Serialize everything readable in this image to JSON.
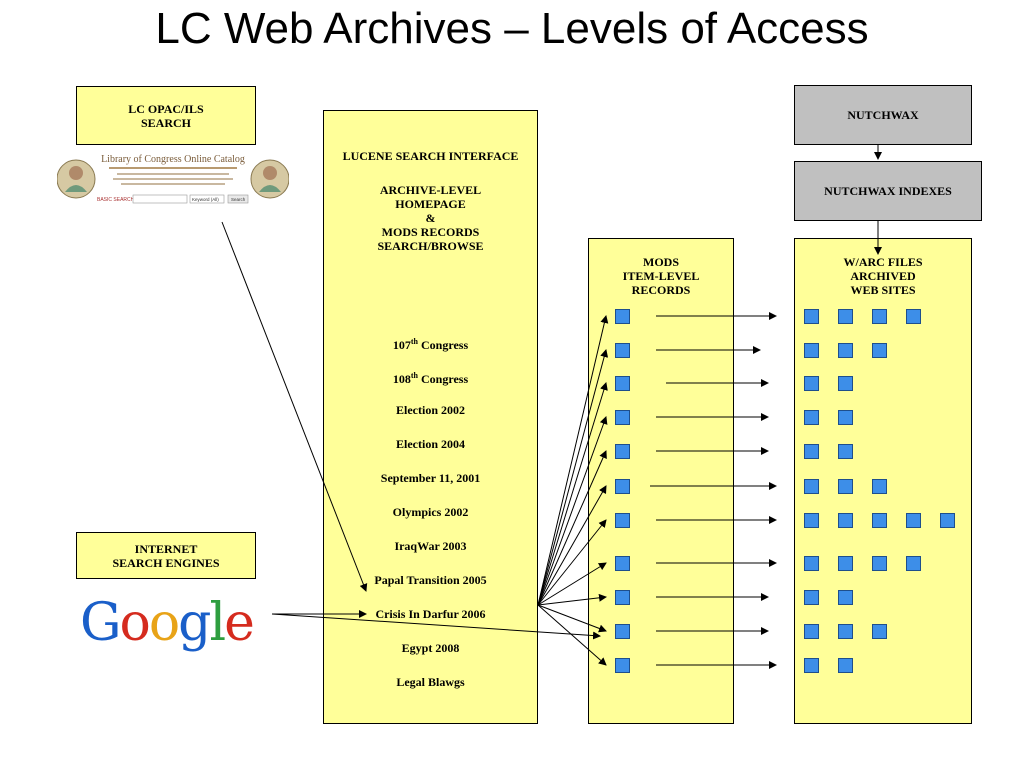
{
  "title": "LC Web Archives – Levels of Access",
  "opac_box": {
    "line1": "LC OPAC/ILS",
    "line2": "SEARCH"
  },
  "catalog_logo": {
    "heading": "Library of Congress Online Catalog",
    "search_label": "BASIC SEARCH",
    "select_value": "Keyword (All)",
    "button": "Search"
  },
  "internet_box": {
    "line1": "INTERNET",
    "line2": "SEARCH ENGINES"
  },
  "google_logo": {
    "letters": [
      "G",
      "o",
      "o",
      "g",
      "l",
      "e"
    ],
    "colors": [
      "#1a5fc9",
      "#d52b1e",
      "#e8a317",
      "#1a5fc9",
      "#2e9e3f",
      "#d52b1e"
    ]
  },
  "lucene": {
    "header": "LUCENE SEARCH INTERFACE",
    "sub": [
      "ARCHIVE-LEVEL",
      "HOMEPAGE",
      "&",
      "MODS RECORDS",
      "SEARCH/BROWSE"
    ],
    "items": [
      {
        "text": "107",
        "sup": "th",
        "tail": " Congress"
      },
      {
        "text": "108",
        "sup": "th",
        "tail": " Congress"
      },
      {
        "text": "Election 2002"
      },
      {
        "text": "Election 2004"
      },
      {
        "text": "September 11, 2001"
      },
      {
        "text": "Olympics 2002"
      },
      {
        "text": "IraqWar 2003"
      },
      {
        "text": "Papal Transition 2005"
      },
      {
        "text": "Crisis In Darfur 2006"
      },
      {
        "text": "Egypt 2008"
      },
      {
        "text": "Legal Blawgs"
      }
    ]
  },
  "mods": {
    "lines": [
      "MODS",
      "ITEM-LEVEL",
      "RECORDS"
    ],
    "record_count": 11
  },
  "nutchwax": {
    "label": "NUTCHWAX",
    "indexes_label": "NUTCHWAX INDEXES"
  },
  "warc": {
    "lines": [
      "W/ARC FILES",
      "ARCHIVED",
      "WEB SITES"
    ],
    "files_per_row": [
      4,
      3,
      2,
      2,
      2,
      3,
      5,
      4,
      2,
      3,
      2
    ]
  },
  "colors": {
    "box_fill": "#ffff99",
    "gray_fill": "#c0c0c0",
    "square": "#3d8ee8"
  }
}
